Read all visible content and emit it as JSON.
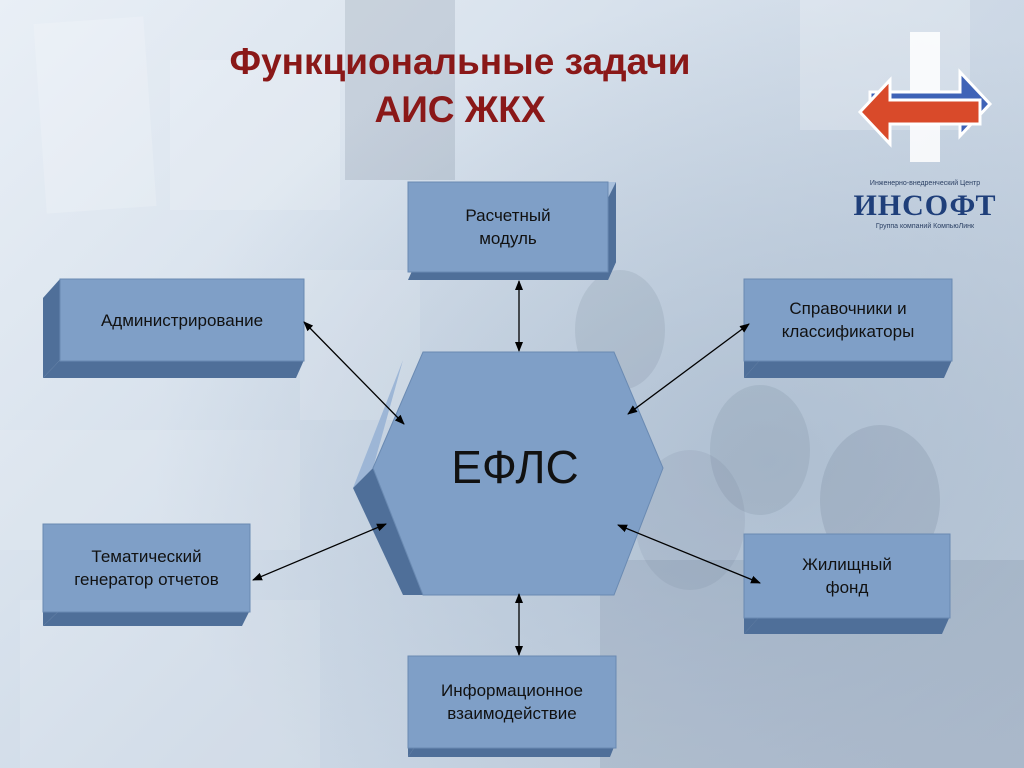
{
  "slide": {
    "title_line1": "Функциональные задачи",
    "title_line2": "АИС ЖКХ"
  },
  "logo": {
    "top_text": "Инженерно-внедренческий Центр",
    "name": "ИНСОФТ",
    "sub_text": "Группа компаний КомпьюЛинк"
  },
  "center": {
    "label": "ЕФЛС"
  },
  "nodes": {
    "calc": {
      "line1": "Расчетный",
      "line2": "модуль"
    },
    "admin": {
      "line1": "Администрирование"
    },
    "reference": {
      "line1": "Справочники и",
      "line2": "классификаторы"
    },
    "reports": {
      "line1": "Тематический",
      "line2": "генератор отчетов"
    },
    "housing": {
      "line1": "Жилищный",
      "line2": "фонд"
    },
    "interaction": {
      "line1": "Информационное",
      "line2": "взаимодействие"
    }
  },
  "colors": {
    "title": "#8a1818",
    "box_front": "#7f9fc7",
    "box_top": "#a9c0dc",
    "box_side": "#4f6f99",
    "arrow": "#000000"
  }
}
